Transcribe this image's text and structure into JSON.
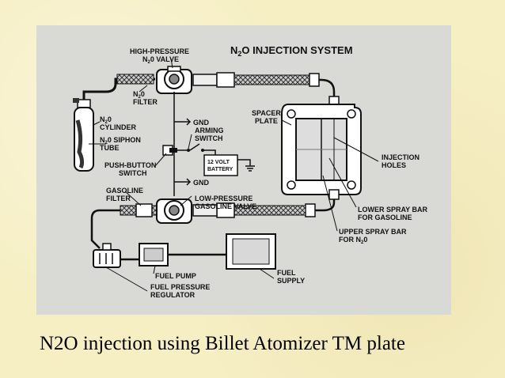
{
  "caption": "N2O injection using Billet Atomizer TM plate",
  "diagram": {
    "title": {
      "pre": "N",
      "sub": "2",
      "post": "O INJECTION SYSTEM"
    },
    "labels": {
      "hp_valve_1": "HIGH-PRESSURE",
      "hp_valve_2": "N",
      "hp_valve_2_sub": "2",
      "hp_valve_2_post": "0 VALVE",
      "filter_1": "N",
      "filter_1_sub": "2",
      "filter_1_post": "0",
      "filter_2": "FILTER",
      "cylinder_1": "N",
      "cylinder_1_sub": "2",
      "cylinder_1_post": "0",
      "cylinder_2": "CYLINDER",
      "siphon_1": "N",
      "siphon_1_sub": "2",
      "siphon_1_post": "0 SIPHON",
      "siphon_2": "TUBE",
      "gnd_top": "GND",
      "arming_1": "ARMING",
      "arming_2": "SWITCH",
      "battery_1": "12 VOLT",
      "battery_2": "BATTERY",
      "pushbutton_1": "PUSH-BUTTON",
      "pushbutton_2": "SWITCH",
      "gnd_bottom": "GND",
      "gas_filter_1": "GASOLINE",
      "gas_filter_2": "FILTER",
      "lp_valve_1": "LOW-PRESSURE",
      "lp_valve_2": "GASOLINE VALVE",
      "spacer_1": "SPACER",
      "spacer_2": "PLATE",
      "injection_1": "INJECTION",
      "injection_2": "HOLES",
      "lower_bar_1": "LOWER SPRAY BAR",
      "lower_bar_2": "FOR GASOLINE",
      "upper_bar_1": "UPPER SPRAY BAR",
      "upper_bar_2": "FOR N",
      "upper_bar_2_sub": "2",
      "upper_bar_2_post": "0",
      "fuel_pump": "FUEL PUMP",
      "fuel_supply_1": "FUEL",
      "fuel_supply_2": "SUPPLY",
      "fpr_1": "FUEL PRESSURE",
      "fpr_2": "REGULATOR"
    }
  }
}
